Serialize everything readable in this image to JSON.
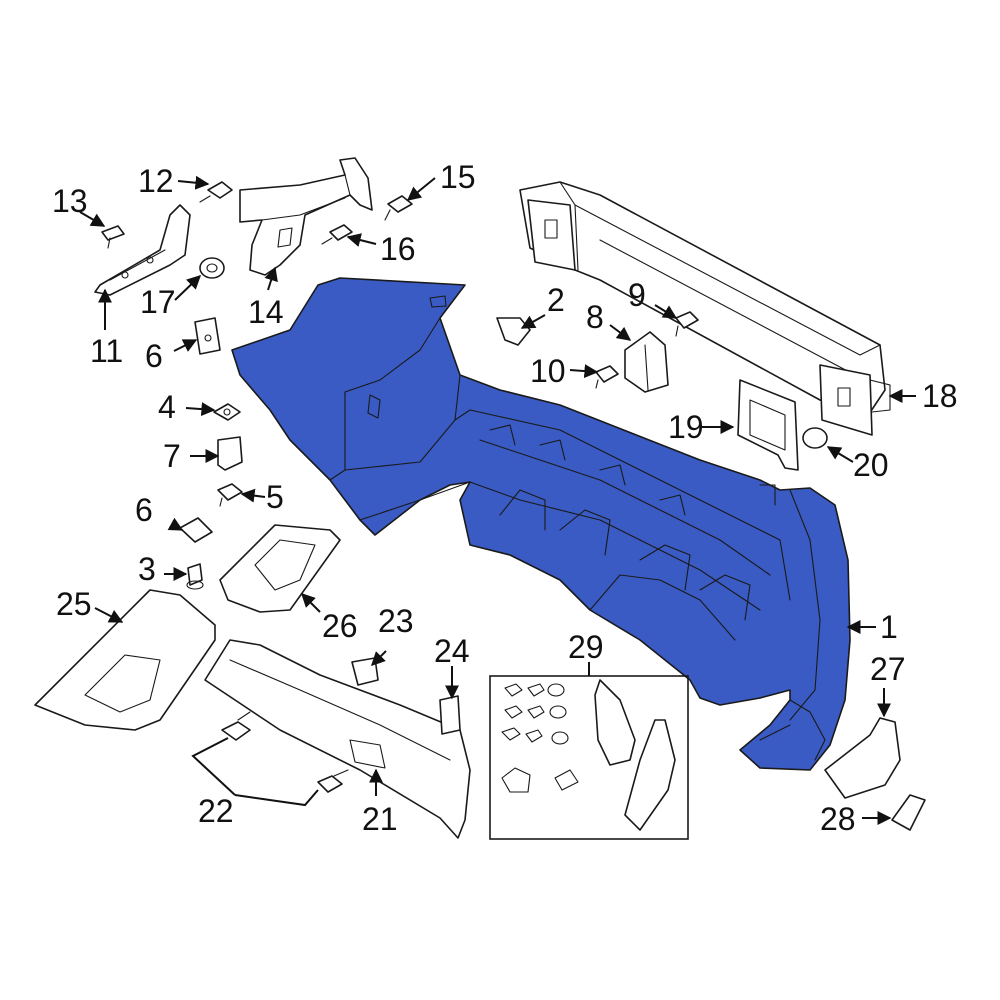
{
  "colors": {
    "highlight": "#3a5bc4",
    "highlight_dark": "#2a46a8",
    "line": "#1a1a1a",
    "background": "#ffffff"
  },
  "callouts": {
    "c1": "1",
    "c2": "2",
    "c3": "3",
    "c4": "4",
    "c5": "5",
    "c6a": "6",
    "c6b": "6",
    "c7": "7",
    "c8": "8",
    "c9": "9",
    "c10": "10",
    "c11": "11",
    "c12": "12",
    "c13": "13",
    "c14": "14",
    "c15": "15",
    "c16": "16",
    "c17": "17",
    "c18": "18",
    "c19": "19",
    "c20": "20",
    "c21": "21",
    "c22": "22",
    "c23": "23",
    "c24": "24",
    "c25": "25",
    "c26": "26",
    "c27": "27",
    "c28": "28",
    "c29": "29"
  },
  "highlighted_part": "1"
}
